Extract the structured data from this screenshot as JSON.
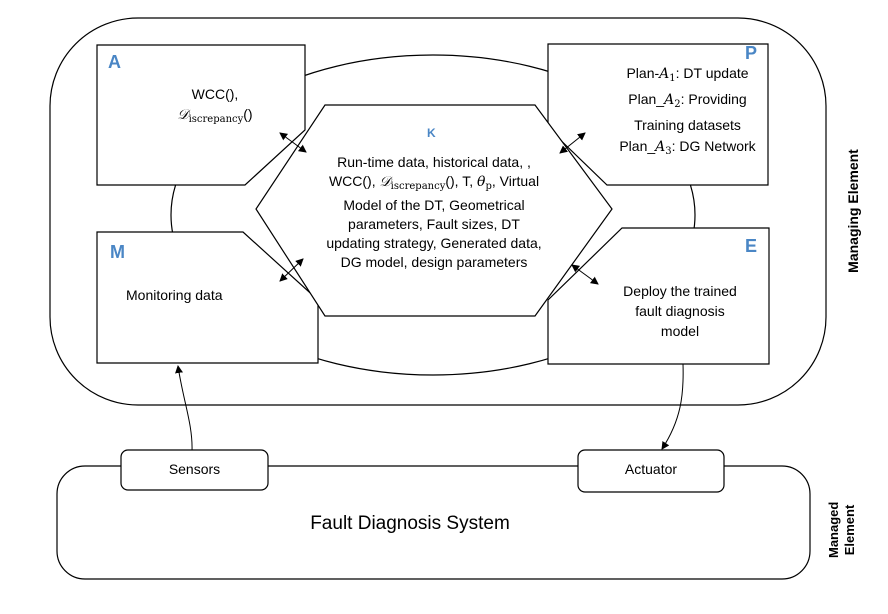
{
  "accent_color": "#4a86c5",
  "labels": {
    "A": "A",
    "P": "P",
    "K": "K",
    "M": "M",
    "E": "E"
  },
  "analyze": {
    "line1": "WCC(),",
    "disc_symbol": "𝒟",
    "disc_sub": "iscrepancy",
    "disc_tail": "()"
  },
  "plan": {
    "l1_prefix": "Plan-",
    "l1_var": "A",
    "l1_sub": "1",
    "l1_suffix": ": DT update",
    "l2_prefix": "Plan_",
    "l2_var": "A",
    "l2_sub": "2",
    "l2_suffix": ": Providing",
    "l3": "Training datasets",
    "l4_prefix": "Plan_",
    "l4_var": "A",
    "l4_sub": "3",
    "l4_suffix": ": DG Network"
  },
  "knowledge": {
    "line1": "Run-time data, historical data, ,",
    "line2_a": "WCC(), ",
    "line2_disc": "𝒟",
    "line2_sub": "iscrepancy",
    "line2_b": "(), T, ",
    "line2_theta": "θ",
    "line2_theta_sub": "p",
    "line2_c": ", Virtual",
    "line3": "Model of the DT, Geometrical",
    "line4": "parameters, Fault sizes, DT",
    "line5": "updating strategy, Generated data,",
    "line6": "DG model,  design parameters"
  },
  "monitor": {
    "text": "Monitoring data"
  },
  "execute": {
    "line1": "Deploy the trained",
    "line2": "fault diagnosis",
    "line3": "model"
  },
  "sensors": "Sensors",
  "actuator": "Actuator",
  "system": "Fault Diagnosis System",
  "managing": "Managing Element",
  "managed_line1": "Managed",
  "managed_line2": "Element"
}
